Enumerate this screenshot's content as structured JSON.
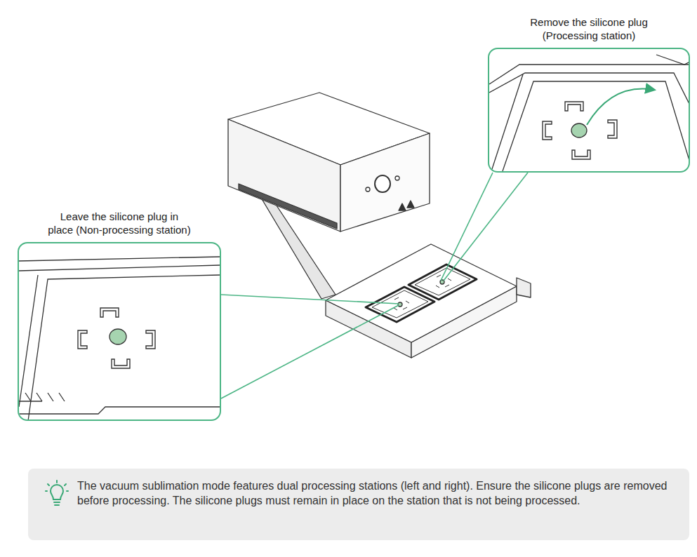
{
  "diagram": {
    "nodes": [
      {
        "text": [
          "Remove the silicone plug (Processing station)"
        ]
      },
      {
        "text": [
          "Leave the silicone plug in place (Non-processing station)"
        ]
      },
      {
        "text": [
          "The vacuum sublimation mode features dual processing stations (left and right). Ensure the silicone plugs are removed before processing. The silicone plugs must remain in place on the station that is not being processed."
        ]
      }
    ]
  }
}
